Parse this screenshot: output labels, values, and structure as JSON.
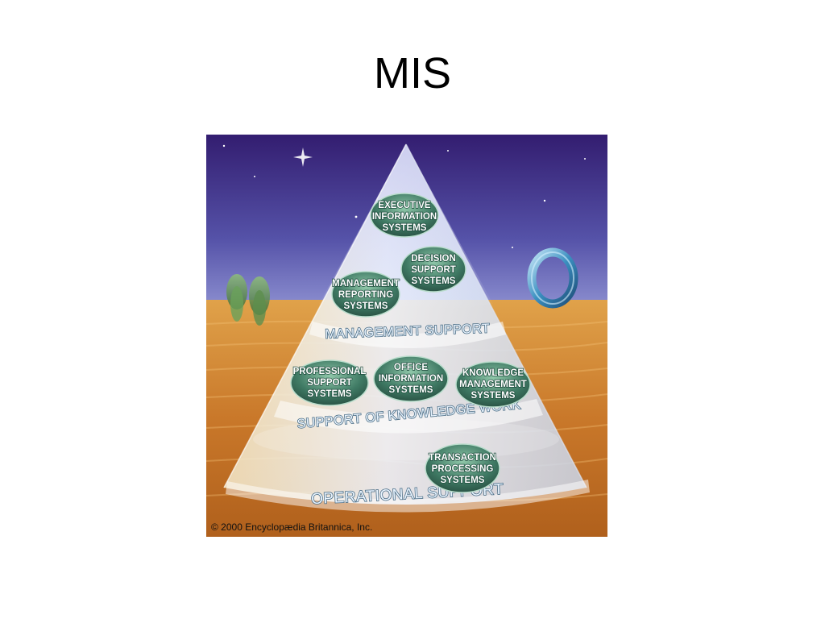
{
  "slide": {
    "title": "MIS"
  },
  "pyramid": {
    "tiers": [
      {
        "label": "MANAGEMENT SUPPORT",
        "systems": [
          [
            "EXECUTIVE",
            "INFORMATION",
            "SYSTEMS"
          ],
          [
            "DECISION",
            "SUPPORT",
            "SYSTEMS"
          ],
          [
            "MANAGEMENT",
            "REPORTING",
            "SYSTEMS"
          ]
        ]
      },
      {
        "label": "SUPPORT OF KNOWLEDGE WORK",
        "systems": [
          [
            "PROFESSIONAL",
            "SUPPORT",
            "SYSTEMS"
          ],
          [
            "OFFICE",
            "INFORMATION",
            "SYSTEMS"
          ],
          [
            "KNOWLEDGE",
            "MANAGEMENT",
            "SYSTEMS"
          ]
        ]
      },
      {
        "label": "OPERATIONAL SUPPORT",
        "systems": [
          [
            "TRANSACTION",
            "PROCESSING",
            "SYSTEMS"
          ]
        ]
      }
    ],
    "copyright": "© 2000 Encyclopædia Britannica, Inc."
  },
  "colors": {
    "sky_top": "#3b2378",
    "sky_bottom": "#6a6fc2",
    "desert": "#d8902e",
    "pill": "#3f7a64",
    "pyramid": "#e8f2ff"
  }
}
